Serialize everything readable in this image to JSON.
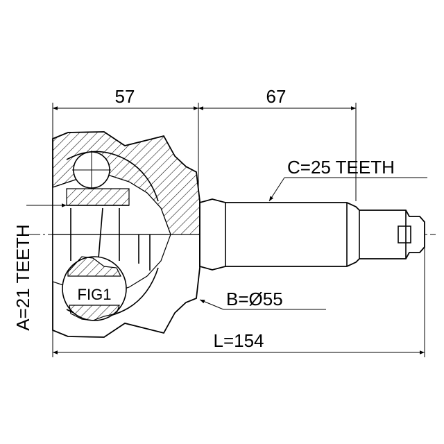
{
  "labels": {
    "dim_57": "57",
    "dim_67": "67",
    "teeth_c": "C=25 TEETH",
    "teeth_a": "A=21 TEETH",
    "diameter_b": "B=Ø55",
    "length_l": "L=154",
    "fig1": "FIG1"
  },
  "colors": {
    "line": "#000000",
    "background": "#ffffff"
  }
}
